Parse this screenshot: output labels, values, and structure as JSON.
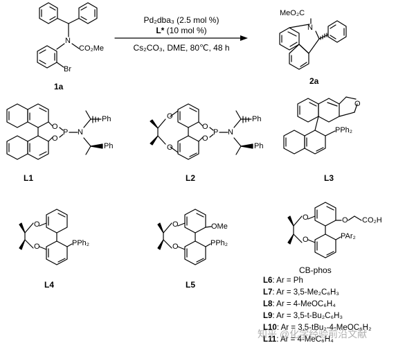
{
  "reaction": {
    "reagent_1": "Pd₂dba₃ (2.5 mol %)",
    "reagent_2_bold": "L*",
    "reagent_2_rest": " (10 mol %)",
    "conditions": "Cs₂CO₃, DME, 80℃, 48 h",
    "substrate_label": "1a",
    "product_label": "2a"
  },
  "atoms": {
    "N": "N",
    "CO2Me": "CO₂Me",
    "Br": "Br",
    "MeO2C": "MeO₂C",
    "O": "O",
    "P": "P",
    "Ph": "Ph",
    "PPh2": "PPh₂",
    "OMe": "OMe",
    "PAr2": "PAr₂",
    "CO2H": "CO₂H"
  },
  "ligands": {
    "L1": "L1",
    "L2": "L2",
    "L3": "L3",
    "L4": "L4",
    "L5": "L5",
    "cb_phos": "CB-phos"
  },
  "ar_list": [
    {
      "id": "L6",
      "text": ": Ar = Ph"
    },
    {
      "id": "L7",
      "text": ": Ar = 3,5-Me₂C₆H₃"
    },
    {
      "id": "L8",
      "text": ": Ar = 4-MeOC₆H₄"
    },
    {
      "id": "L9",
      "text": ": Ar = 3,5-t-Bu₂C₆H₃"
    },
    {
      "id": "L10",
      "text": ": Ar = 3,5-tBu₂-4-MeOC₆H₂"
    },
    {
      "id": "L11",
      "text": ": Ar = 4-MeC₆H₄"
    }
  ],
  "watermark": "知乎 @化学经验前沿文献"
}
